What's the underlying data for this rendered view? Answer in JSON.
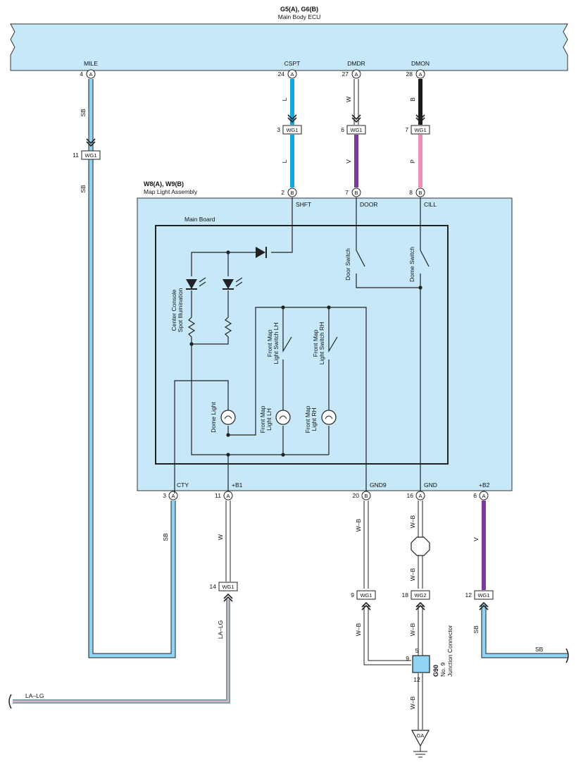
{
  "ecu": {
    "title": "G5(A), G6(B)",
    "subtitle": "Main Body ECU"
  },
  "ecu_pins": [
    {
      "num": "4",
      "conn": "A",
      "name": "MILE"
    },
    {
      "num": "24",
      "conn": "A",
      "name": "CSPT"
    },
    {
      "num": "27",
      "conn": "A",
      "name": "DMDR"
    },
    {
      "num": "28",
      "conn": "A",
      "name": "DMON"
    }
  ],
  "assembly": {
    "title": "W8(A), W9(B)",
    "subtitle": "Map Light Assembly",
    "board": "Main Board"
  },
  "assembly_top_pins": [
    {
      "num": "2",
      "conn": "B",
      "name": "SHFT"
    },
    {
      "num": "7",
      "conn": "B",
      "name": "DOOR"
    },
    {
      "num": "8",
      "conn": "B",
      "name": "CILL"
    }
  ],
  "assembly_bottom_pins": [
    {
      "num": "3",
      "conn": "A",
      "name": "CTY"
    },
    {
      "num": "11",
      "conn": "A",
      "name": "+B1"
    },
    {
      "num": "20",
      "conn": "B",
      "name": "GND9"
    },
    {
      "num": "16",
      "conn": "A",
      "name": "GND"
    },
    {
      "num": "6",
      "conn": "A",
      "name": "+B2"
    }
  ],
  "components": {
    "spot": [
      "Center Console",
      "Spot Illumination"
    ],
    "door_switch": "Door Switch",
    "dome_switch": "Dome Switch",
    "fm_switch_lh": [
      "Front Map",
      "Light Switch LH"
    ],
    "fm_switch_rh": [
      "Front Map",
      "Light Switch RH"
    ],
    "dome_light": "Dome Light",
    "fm_light_lh": [
      "Front Map",
      "Light LH"
    ],
    "fm_light_rh": [
      "Front Map",
      "Light RH"
    ]
  },
  "connectors": [
    {
      "pin": "11",
      "name": "WG1"
    },
    {
      "pin": "3",
      "name": "WG1"
    },
    {
      "pin": "6",
      "name": "WG1"
    },
    {
      "pin": "7",
      "name": "WG1"
    },
    {
      "pin": "14",
      "name": "WG1"
    },
    {
      "pin": "9",
      "name": "WG1"
    },
    {
      "pin": "18",
      "name": "WG2"
    },
    {
      "pin": "12",
      "name": "WG1"
    }
  ],
  "wire_colors": {
    "mile_top": "SB",
    "mile_bottom": "SB",
    "cspt_top": "L",
    "cspt_bottom": "L",
    "dmdr_top": "W",
    "dmdr_bottom": "V",
    "dmon_top": "B",
    "dmon_bottom": "P",
    "cty": "SB",
    "b1": "W",
    "b1_low": "LA–LG",
    "la_lg_left": "LA–LG",
    "gnd9_a": "W–B",
    "gnd9_b": "W–B",
    "gnd_a": "W–B",
    "gnd_b": "W–B",
    "gnd_c": "W–B",
    "gnd_bottom": "W–B",
    "b2": "V",
    "b2_low": "SB",
    "sb_right": "SB"
  },
  "junction": {
    "id": "G90",
    "name": [
      "No. 9",
      "Junction Connector"
    ],
    "pins": {
      "top": "5",
      "left": "9",
      "bottom": "12"
    }
  },
  "ground": "GA",
  "palette": {
    "panel": "#c6e8f8",
    "sb": "#8fd4f2",
    "l": "#16a6e4",
    "v": "#7a3c9a",
    "p": "#f08fbf",
    "b": "#1a1a1a",
    "w": "#ffffff",
    "lalg": "#a89aa8"
  }
}
